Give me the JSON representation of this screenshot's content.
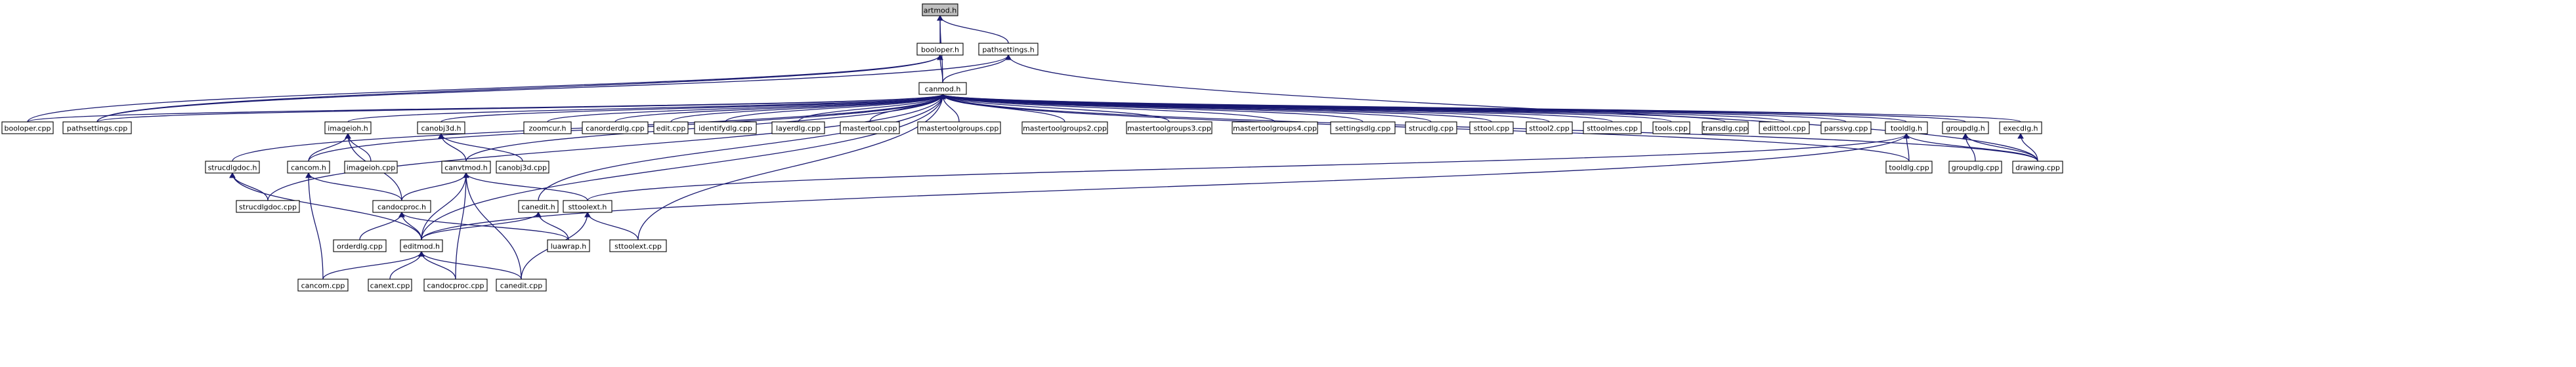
{
  "graph": {
    "nodes": [
      {
        "id": "artmod_h",
        "label": "artmod.h",
        "style": "focus"
      },
      {
        "id": "booloper_h",
        "label": "booloper.h",
        "style": "normal"
      },
      {
        "id": "pathsettings_h",
        "label": "pathsettings.h",
        "style": "normal"
      },
      {
        "id": "canmod_h",
        "label": "canmod.h",
        "style": "normal"
      },
      {
        "id": "booloper_cpp",
        "label": "booloper.cpp",
        "style": "normal"
      },
      {
        "id": "pathsettings_cpp",
        "label": "pathsettings.cpp",
        "style": "normal"
      },
      {
        "id": "imageioh_h",
        "label": "imageioh.h",
        "style": "normal"
      },
      {
        "id": "canobj3d_h",
        "label": "canobj3d.h",
        "style": "normal"
      },
      {
        "id": "zoomcur_h",
        "label": "zoomcur.h",
        "style": "missing"
      },
      {
        "id": "canorderdlg_cpp",
        "label": "canorderdlg.cpp",
        "style": "normal"
      },
      {
        "id": "edit_cpp",
        "label": "edit.cpp",
        "style": "normal"
      },
      {
        "id": "identifydlg_cpp",
        "label": "identifydlg.cpp",
        "style": "normal"
      },
      {
        "id": "layerdlg_cpp",
        "label": "layerdlg.cpp",
        "style": "normal"
      },
      {
        "id": "mastertool_cpp",
        "label": "mastertool.cpp",
        "style": "normal"
      },
      {
        "id": "mastertoolgroups_cpp",
        "label": "mastertoolgroups.cpp",
        "style": "normal"
      },
      {
        "id": "mastertoolgroups2_cpp",
        "label": "mastertoolgroups2.cpp",
        "style": "normal"
      },
      {
        "id": "mastertoolgroups3_cpp",
        "label": "mastertoolgroups3.cpp",
        "style": "normal"
      },
      {
        "id": "mastertoolgroups4_cpp",
        "label": "mastertoolgroups4.cpp",
        "style": "normal"
      },
      {
        "id": "settingsdlg_cpp",
        "label": "settingsdlg.cpp",
        "style": "normal"
      },
      {
        "id": "strucdlg_cpp",
        "label": "strucdlg.cpp",
        "style": "normal"
      },
      {
        "id": "sttool_cpp",
        "label": "sttool.cpp",
        "style": "normal"
      },
      {
        "id": "sttool2_cpp",
        "label": "sttool2.cpp",
        "style": "normal"
      },
      {
        "id": "sttoolmes_cpp",
        "label": "sttoolmes.cpp",
        "style": "normal"
      },
      {
        "id": "tools_cpp",
        "label": "tools.cpp",
        "style": "normal"
      },
      {
        "id": "transdlg_cpp",
        "label": "transdlg.cpp",
        "style": "normal"
      },
      {
        "id": "edittool_cpp",
        "label": "edittool.cpp",
        "style": "normal"
      },
      {
        "id": "parssvg_cpp",
        "label": "parssvg.cpp",
        "style": "normal"
      },
      {
        "id": "tooldlg_h",
        "label": "tooldlg.h",
        "style": "normal"
      },
      {
        "id": "groupdlg_h",
        "label": "groupdlg.h",
        "style": "normal"
      },
      {
        "id": "execdlg_h",
        "label": "execdlg.h",
        "style": "missing"
      },
      {
        "id": "strucdlgdoc_h",
        "label": "strucdlgdoc.h",
        "style": "normal"
      },
      {
        "id": "cancom_h",
        "label": "cancom.h",
        "style": "missing"
      },
      {
        "id": "imageioh_cpp",
        "label": "imageioh.cpp",
        "style": "normal"
      },
      {
        "id": "canvtmod_h",
        "label": "canvtmod.h",
        "style": "normal"
      },
      {
        "id": "canobj3d_cpp",
        "label": "canobj3d.cpp",
        "style": "normal"
      },
      {
        "id": "tooldlg_cpp",
        "label": "tooldlg.cpp",
        "style": "normal"
      },
      {
        "id": "groupdlg_cpp",
        "label": "groupdlg.cpp",
        "style": "normal"
      },
      {
        "id": "drawing_cpp",
        "label": "drawing.cpp",
        "style": "normal"
      },
      {
        "id": "strucdlgdoc_cpp",
        "label": "strucdlgdoc.cpp",
        "style": "normal"
      },
      {
        "id": "candocproc_h",
        "label": "candocproc.h",
        "style": "normal"
      },
      {
        "id": "canedit_h",
        "label": "canedit.h",
        "style": "normal"
      },
      {
        "id": "sttoolext_h",
        "label": "sttoolext.h",
        "style": "normal"
      },
      {
        "id": "orderdlg_cpp",
        "label": "orderdlg.cpp",
        "style": "normal"
      },
      {
        "id": "editmod_h",
        "label": "editmod.h",
        "style": "missing"
      },
      {
        "id": "luawrap_h",
        "label": "luawrap.h",
        "style": "missing"
      },
      {
        "id": "sttoolext_cpp",
        "label": "sttoolext.cpp",
        "style": "normal"
      },
      {
        "id": "cancom_cpp",
        "label": "cancom.cpp",
        "style": "normal"
      },
      {
        "id": "canext_cpp",
        "label": "canext.cpp",
        "style": "normal"
      },
      {
        "id": "candocproc_cpp",
        "label": "candocproc.cpp",
        "style": "normal"
      },
      {
        "id": "canedit_cpp",
        "label": "canedit.cpp",
        "style": "normal"
      }
    ],
    "edges": [
      [
        "artmod_h",
        "booloper_h"
      ],
      [
        "artmod_h",
        "pathsettings_h"
      ],
      [
        "artmod_h",
        "canmod_h"
      ],
      [
        "booloper_h",
        "canmod_h"
      ],
      [
        "booloper_h",
        "booloper_cpp"
      ],
      [
        "booloper_h",
        "pathsettings_cpp"
      ],
      [
        "pathsettings_h",
        "canmod_h"
      ],
      [
        "pathsettings_h",
        "pathsettings_cpp"
      ],
      [
        "pathsettings_h",
        "drawing_cpp"
      ],
      [
        "canmod_h",
        "booloper_cpp"
      ],
      [
        "canmod_h",
        "pathsettings_cpp"
      ],
      [
        "canmod_h",
        "imageioh_h"
      ],
      [
        "canmod_h",
        "canobj3d_h"
      ],
      [
        "canmod_h",
        "zoomcur_h"
      ],
      [
        "canmod_h",
        "canorderdlg_cpp"
      ],
      [
        "canmod_h",
        "edit_cpp"
      ],
      [
        "canmod_h",
        "identifydlg_cpp"
      ],
      [
        "canmod_h",
        "layerdlg_cpp"
      ],
      [
        "canmod_h",
        "mastertool_cpp"
      ],
      [
        "canmod_h",
        "mastertoolgroups_cpp"
      ],
      [
        "canmod_h",
        "mastertoolgroups2_cpp"
      ],
      [
        "canmod_h",
        "mastertoolgroups3_cpp"
      ],
      [
        "canmod_h",
        "mastertoolgroups4_cpp"
      ],
      [
        "canmod_h",
        "settingsdlg_cpp"
      ],
      [
        "canmod_h",
        "strucdlg_cpp"
      ],
      [
        "canmod_h",
        "sttool_cpp"
      ],
      [
        "canmod_h",
        "sttool2_cpp"
      ],
      [
        "canmod_h",
        "sttoolmes_cpp"
      ],
      [
        "canmod_h",
        "tools_cpp"
      ],
      [
        "canmod_h",
        "transdlg_cpp"
      ],
      [
        "canmod_h",
        "edittool_cpp"
      ],
      [
        "canmod_h",
        "parssvg_cpp"
      ],
      [
        "canmod_h",
        "tooldlg_h"
      ],
      [
        "canmod_h",
        "groupdlg_h"
      ],
      [
        "canmod_h",
        "execdlg_h"
      ],
      [
        "canmod_h",
        "strucdlgdoc_h"
      ],
      [
        "canmod_h",
        "cancom_h"
      ],
      [
        "canmod_h",
        "canvtmod_h"
      ],
      [
        "canmod_h",
        "strucdlgdoc_cpp"
      ],
      [
        "canmod_h",
        "canedit_h"
      ],
      [
        "canmod_h",
        "sttoolext_cpp"
      ],
      [
        "canmod_h",
        "editmod_h"
      ],
      [
        "canmod_h",
        "drawing_cpp"
      ],
      [
        "canmod_h",
        "tooldlg_cpp"
      ],
      [
        "imageioh_h",
        "cancom_h"
      ],
      [
        "imageioh_h",
        "imageioh_cpp"
      ],
      [
        "imageioh_h",
        "candocproc_h"
      ],
      [
        "canobj3d_h",
        "canvtmod_h"
      ],
      [
        "canobj3d_h",
        "canobj3d_cpp"
      ],
      [
        "tooldlg_h",
        "tooldlg_cpp"
      ],
      [
        "tooldlg_h",
        "drawing_cpp"
      ],
      [
        "tooldlg_h",
        "sttoolext_h"
      ],
      [
        "tooldlg_h",
        "editmod_h"
      ],
      [
        "groupdlg_h",
        "groupdlg_cpp"
      ],
      [
        "groupdlg_h",
        "drawing_cpp"
      ],
      [
        "execdlg_h",
        "drawing_cpp"
      ],
      [
        "strucdlgdoc_h",
        "strucdlgdoc_cpp"
      ],
      [
        "strucdlgdoc_h",
        "editmod_h"
      ],
      [
        "cancom_h",
        "candocproc_h"
      ],
      [
        "cancom_h",
        "cancom_cpp"
      ],
      [
        "canvtmod_h",
        "candocproc_h"
      ],
      [
        "canvtmod_h",
        "sttoolext_h"
      ],
      [
        "canvtmod_h",
        "editmod_h"
      ],
      [
        "canvtmod_h",
        "candocproc_cpp"
      ],
      [
        "canvtmod_h",
        "canedit_cpp"
      ],
      [
        "candocproc_h",
        "orderdlg_cpp"
      ],
      [
        "candocproc_h",
        "editmod_h"
      ],
      [
        "candocproc_h",
        "luawrap_h"
      ],
      [
        "canedit_h",
        "luawrap_h"
      ],
      [
        "canedit_h",
        "editmod_h"
      ],
      [
        "sttoolext_h",
        "sttoolext_cpp"
      ],
      [
        "sttoolext_h",
        "canedit_cpp"
      ],
      [
        "editmod_h",
        "cancom_cpp"
      ],
      [
        "editmod_h",
        "canext_cpp"
      ],
      [
        "editmod_h",
        "candocproc_cpp"
      ],
      [
        "editmod_h",
        "canedit_cpp"
      ]
    ],
    "colors": {
      "edge": "#191970",
      "node_fill": "#ffffff",
      "node_border": "#000000",
      "focus_fill": "#bfbfbf",
      "missing_border": "#ff0000"
    }
  }
}
